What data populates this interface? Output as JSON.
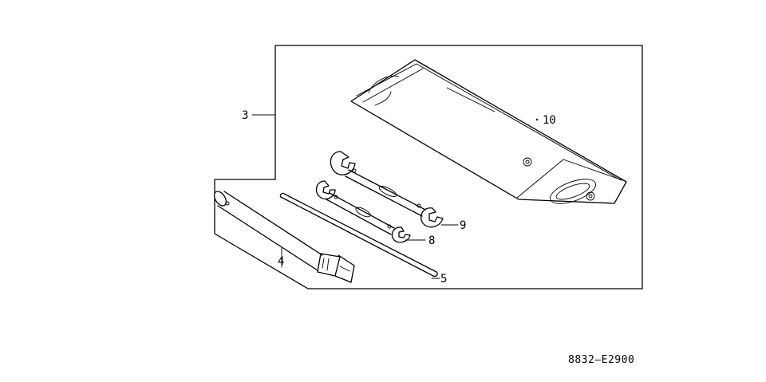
{
  "diagram": {
    "callouts": {
      "kit": "3",
      "wrench_handle": "4",
      "bar": "5",
      "wrench_small": "8",
      "wrench_large": "9",
      "tool_bag": "10"
    },
    "diagram_code": "8832—E2900"
  }
}
